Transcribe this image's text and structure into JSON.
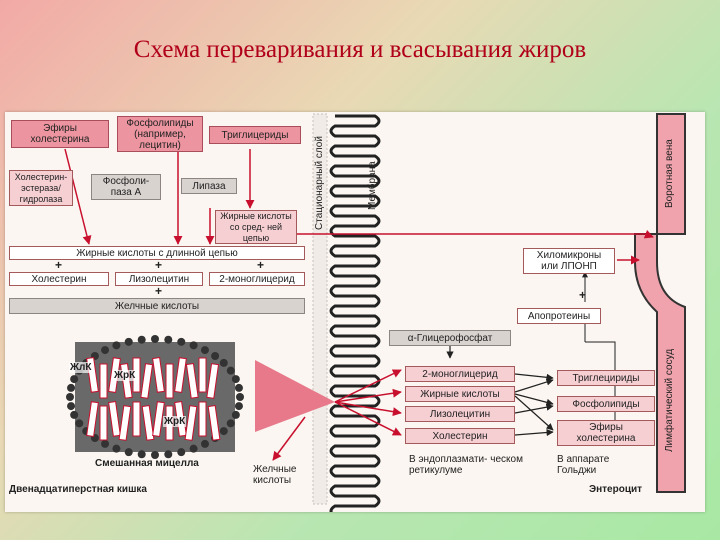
{
  "title": "Схема переваривания и всасывания жиров",
  "colors": {
    "pink_box": "#ec95a0",
    "arrow_red": "#c8102e",
    "membrane": "#222222",
    "vessel": "#f0a3ac"
  },
  "diagram": {
    "sources": {
      "cholesterol_esters": "Эфиры холестерина",
      "phospholipids": "Фосфолипиды (например, лецитин)",
      "triglycerides": "Триглицериды"
    },
    "enzymes": {
      "cholesterol_esterase": "Холестерин- эстераза/ гидролаза",
      "phospholipase": "Фосфоли- паза А",
      "lipase": "Липаза"
    },
    "products": {
      "medium_fatty_acids": "Жирные кислоты со сред- ней цепью",
      "long_fatty_acids": "Жирные кислоты с длинной цепью",
      "cholesterol": "Холестерин",
      "lysolecithin": "Лизолецитин",
      "monoglyceride": "2-моноглицерид",
      "bile_acids": "Желчные кислоты",
      "plus": "+"
    },
    "micelle": {
      "caption": "Смешанная мицелла",
      "label1": "ЖлК",
      "label2": "ЖрК",
      "label3": "ЖрК"
    },
    "bile_acids_out": "Желчные кислоты",
    "duodenum": "Двенадцатиперстная кишка",
    "stationary_layer": "Стационарный слой",
    "membrane": "Мембрана",
    "enterocyte": {
      "glycerophosphate": "α-Глицерофосфат",
      "absorbed": [
        "2-моноглицерид",
        "Жирные кислоты",
        "Лизолецитин",
        "Холестерин"
      ],
      "resynth": [
        "Триглецириды",
        "Фосфолипиды",
        "Эфиры холестерина"
      ],
      "chylomicrons": "Хиломикроны или ЛПОНП",
      "apoproteins": "Апопротеины",
      "er": "В эндоплазмати- ческом ретикулуме",
      "golgi": "В аппарате Гольджи",
      "name": "Энтероцит"
    },
    "portal_vein": "Воротная вена",
    "lymph_vessel": "Лимфатический сосуд"
  }
}
